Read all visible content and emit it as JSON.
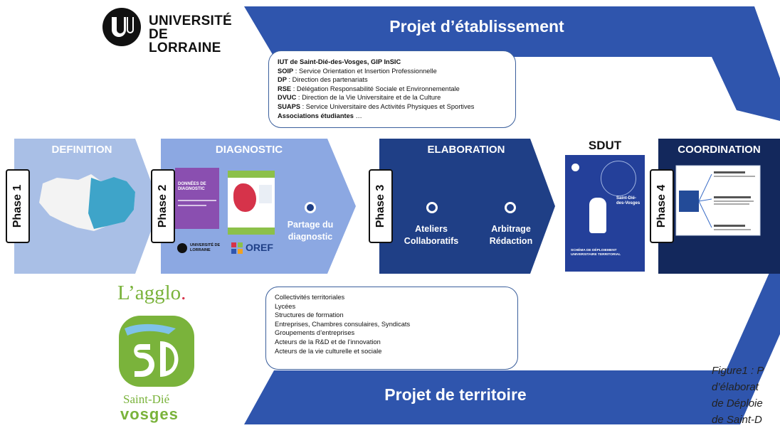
{
  "banners": {
    "top": "Projet d’établissement",
    "bottom": "Projet de territoire"
  },
  "logos": {
    "ul_line1": "UNIVERSITÉ",
    "ul_line2": "DE LORRAINE",
    "agglo": "L’agglo",
    "sd_line1": "Saint-Dié",
    "sd_line2": "vosges",
    "oref": "OREF",
    "ul_small": "UNIVERSITÉ DE LORRAINE",
    "small_doc_title": "DONNÉES DE DIAGNOSTIC",
    "sdut_cover_title": "Saint-Dié-des-Vosges",
    "sdut_cover_sub": "SCHÉMA DE DÉPLOIEMENT UNIVERSITAIRE TERRITORIAL"
  },
  "stages": {
    "definition": "DEFINITION",
    "diagnostic": "DIAGNOSTIC",
    "elaboration": "ELABORATION",
    "sdut": "SDUT",
    "coordination": "COORDINATION"
  },
  "phases": [
    "Phase 1",
    "Phase 2",
    "Phase 3",
    "Phase 4"
  ],
  "labels": {
    "partage_line1": "Partage du",
    "partage_line2": "diagnostic",
    "ateliers_line1": "Ateliers",
    "ateliers_line2": "Collaboratifs",
    "arbitrage_line1": "Arbitrage",
    "arbitrage_line2": "Rédaction"
  },
  "top_box": [
    {
      "bold": "IUT de Saint-Dié-des-Vosges, GIP InSIC",
      "text": ""
    },
    {
      "bold": "SOIP",
      "text": " : Service Orientation et Insertion Professionnelle"
    },
    {
      "bold": "DP",
      "text": " : Direction des partenariats"
    },
    {
      "bold": "RSE",
      "text": " : Délégation Responsabilité Sociale et Environnementale"
    },
    {
      "bold": "DVUC",
      "text": " : Direction de la Vie Universitaire et de la Culture"
    },
    {
      "bold": "SUAPS",
      "text": " : Service Universitaire des Activités Physiques et Sportives"
    },
    {
      "bold": "Associations étudiantes",
      "text": " …"
    }
  ],
  "bottom_box": [
    "Collectivités territoriales",
    "Lycées",
    "Structures de formation",
    "Entreprises, Chambres consulaires, Syndicats",
    "Groupements d’entreprises",
    "Acteurs de la R&D et de l’innovation",
    "Acteurs de la vie culturelle et sociale"
  ],
  "caption": {
    "line1": "Figure1 : P",
    "line2": "d’élaborat",
    "line3": "de Déploie",
    "line4": "de Saint-D"
  },
  "colors": {
    "banner_blue": "#2f55ad",
    "definition": "#a9bfe6",
    "diagnostic": "#8ca8e2",
    "elaboration": "#1f3f86",
    "coordination": "#13285c",
    "agglo_green": "#7ab33b",
    "ul_black": "#111111"
  }
}
